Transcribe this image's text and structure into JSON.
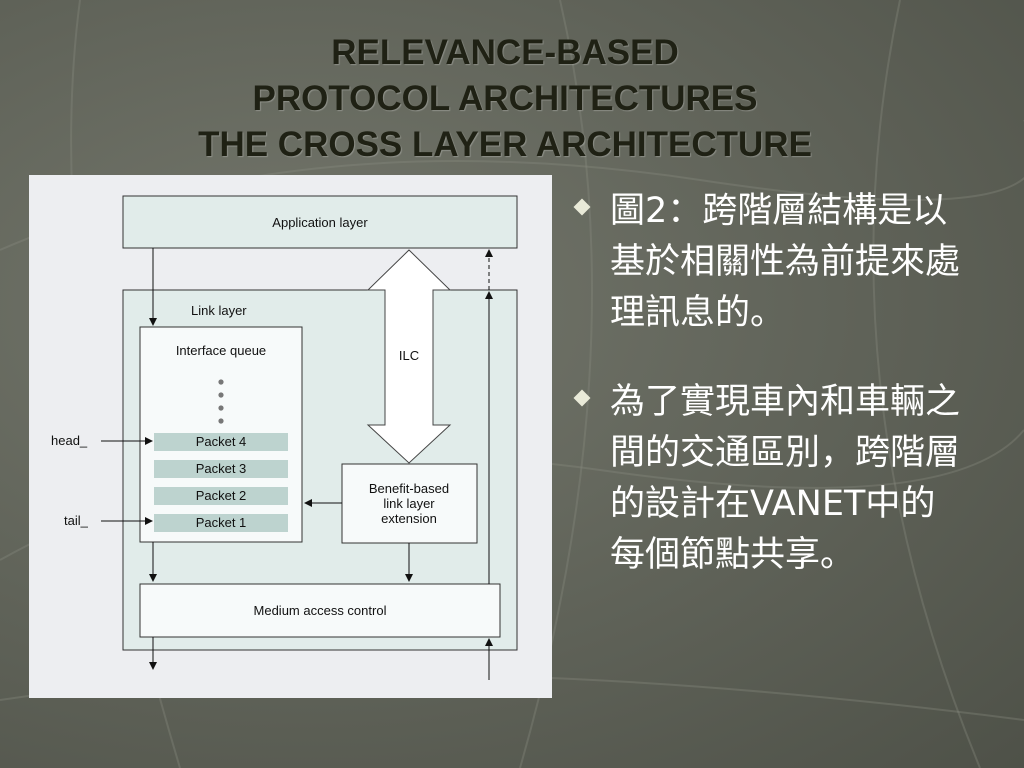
{
  "slide": {
    "title_lines": [
      "RELEVANCE-BASED",
      "PROTOCOL ARCHITECTURES",
      "THE CROSS LAYER ARCHITECTURE"
    ]
  },
  "diagram": {
    "application_layer": "Application layer",
    "link_layer": "Link layer",
    "interface_queue": "Interface queue",
    "ilc": "ILC",
    "packets": [
      "Packet 4",
      "Packet 3",
      "Packet 2",
      "Packet 1"
    ],
    "head_label": "head_",
    "tail_label": "tail_",
    "benefit_lines": [
      "Benefit-based",
      "link layer",
      "extension"
    ],
    "mac": "Medium access control"
  },
  "bullets": [
    "圖2：跨階層結構是以基於相關性為前提來處理訊息的。",
    "為了實現車內和車輛之間的交通區別，跨階層的設計在VANET中的每個節點共享。"
  ],
  "colors": {
    "title": "#1f2114",
    "bullet_text": "#ffffff",
    "diagram_box_fill": "#e1ecea",
    "packet_fill": "#bdd3cf"
  }
}
